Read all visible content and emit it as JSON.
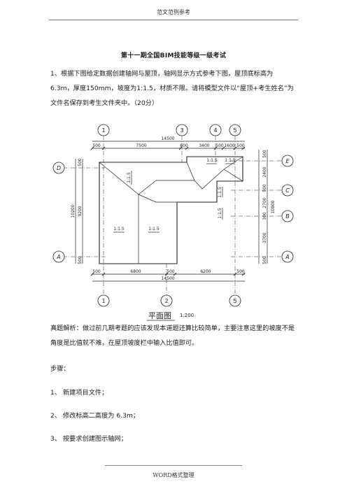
{
  "header": {
    "text": "范文范例参考"
  },
  "title": "第十一期全国BIM技能等级一级考试",
  "question": "1、根据下图给定数据创建轴网与屋顶，轴网显示方式参考下图，屋顶底标高为6.3m，厚度150mm，坡度为1:1.5，材质不限。请将模型文件以“屋顶+考生姓名”为文件名保存到考生文件夹中。（20分）",
  "drawing": {
    "axes_top": [
      "1",
      "3",
      "4",
      "5"
    ],
    "axes_bottom": [
      "1",
      "2",
      "5"
    ],
    "axes_left": [
      "D",
      "A"
    ],
    "axes_right": [
      "E",
      "C",
      "B",
      "A"
    ],
    "top_total": "14500",
    "top_dims": [
      "500",
      "7500",
      "600",
      "3400",
      "500",
      "1600",
      "500"
    ],
    "bottom_dims": [
      "500",
      "6800",
      "500",
      "6200",
      "500"
    ],
    "bottom_total": "14500",
    "left_dims": [
      "500",
      "9200",
      "500"
    ],
    "left_total": "10200",
    "right_dims": [
      "500",
      "2400",
      "500",
      "2700",
      "300",
      "3700",
      "500"
    ],
    "right_total": "10800",
    "slope_labels": [
      "1:1.5",
      "1:1.5",
      "1:1.5",
      "1:1.5",
      "1:1.5",
      "1:1.5",
      "1:1.5"
    ],
    "caption": "平面图",
    "scale": "1:200"
  },
  "analysis": "真题解析：做过前几期考题的应该发现本道题还算比较简单，主要注意这里的坡度不是角度是比值就不难，在屋顶坡度栏中输入比值即可。",
  "steps_label": "步骤：",
  "steps": [
    "1、 新建项目文件；",
    "2、 修改标高二高度为 6.3m；",
    "3、 按要求创建图示轴网；"
  ],
  "footer": {
    "text": "WORD格式整理"
  }
}
